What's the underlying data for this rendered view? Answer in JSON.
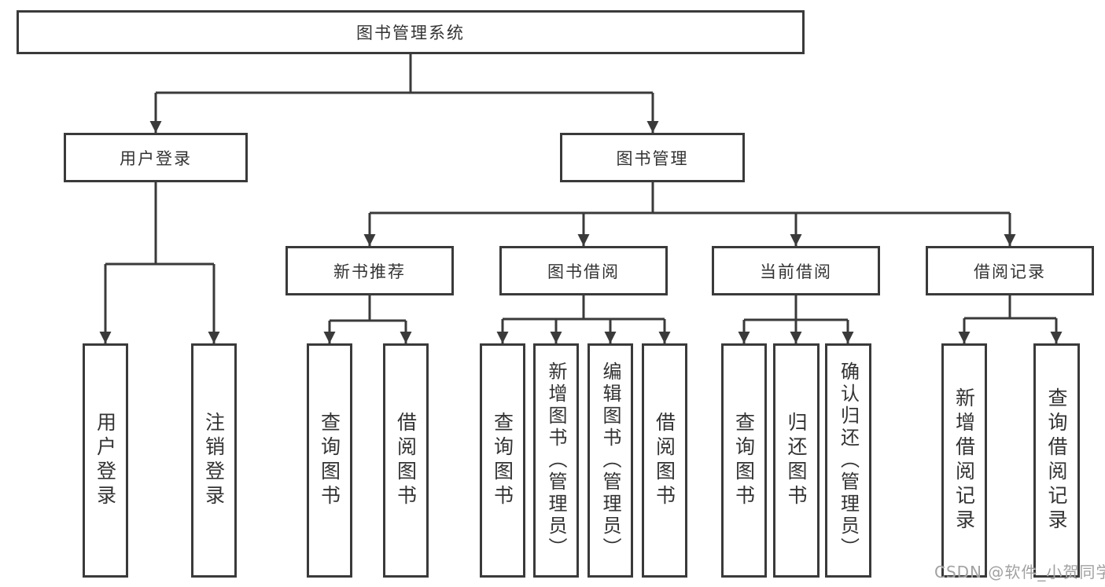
{
  "diagram": {
    "title": "图书管理系统",
    "watermark": "CSDN @软件_小贺同学",
    "colors": {
      "line": "#3a3a3a",
      "box_border": "#3a3a3a",
      "box_background": "#ffffff",
      "text": "#333333",
      "watermark_text": "#949494"
    },
    "nodes": {
      "root": {
        "label": "图书管理系统"
      },
      "user_login": {
        "label": "用户登录"
      },
      "book_mgmt": {
        "label": "图书管理"
      },
      "new_book_rec": {
        "label": "新书推荐"
      },
      "book_borrow": {
        "label": "图书借阅"
      },
      "current_borrow": {
        "label": "当前借阅"
      },
      "borrow_records": {
        "label": "借阅记录"
      },
      "leaf_user_login": {
        "label": "用户登录"
      },
      "leaf_logout": {
        "label": "注销登录"
      },
      "leaf_nb_query": {
        "label": "查询图书"
      },
      "leaf_nb_borrow": {
        "label": "借阅图书"
      },
      "leaf_bb_query": {
        "label": "查询图书"
      },
      "leaf_bb_add": {
        "label": "新增图书（管理员）"
      },
      "leaf_bb_edit": {
        "label": "编辑图书（管理员）"
      },
      "leaf_bb_borrow": {
        "label": "借阅图书"
      },
      "leaf_cb_query": {
        "label": "查询图书"
      },
      "leaf_cb_return": {
        "label": "归还图书"
      },
      "leaf_cb_confirm": {
        "label": "确认归还（管理员）"
      },
      "leaf_br_add": {
        "label": "新增借阅记录"
      },
      "leaf_br_query": {
        "label": "查询借阅记录"
      }
    },
    "edges": [
      [
        "root",
        "user_login"
      ],
      [
        "root",
        "book_mgmt"
      ],
      [
        "user_login",
        "leaf_user_login"
      ],
      [
        "user_login",
        "leaf_logout"
      ],
      [
        "book_mgmt",
        "new_book_rec"
      ],
      [
        "book_mgmt",
        "book_borrow"
      ],
      [
        "book_mgmt",
        "current_borrow"
      ],
      [
        "book_mgmt",
        "borrow_records"
      ],
      [
        "new_book_rec",
        "leaf_nb_query"
      ],
      [
        "new_book_rec",
        "leaf_nb_borrow"
      ],
      [
        "book_borrow",
        "leaf_bb_query"
      ],
      [
        "book_borrow",
        "leaf_bb_add"
      ],
      [
        "book_borrow",
        "leaf_bb_edit"
      ],
      [
        "book_borrow",
        "leaf_bb_borrow"
      ],
      [
        "current_borrow",
        "leaf_cb_query"
      ],
      [
        "current_borrow",
        "leaf_cb_return"
      ],
      [
        "current_borrow",
        "leaf_cb_confirm"
      ],
      [
        "borrow_records",
        "leaf_br_add"
      ],
      [
        "borrow_records",
        "leaf_br_query"
      ]
    ]
  }
}
